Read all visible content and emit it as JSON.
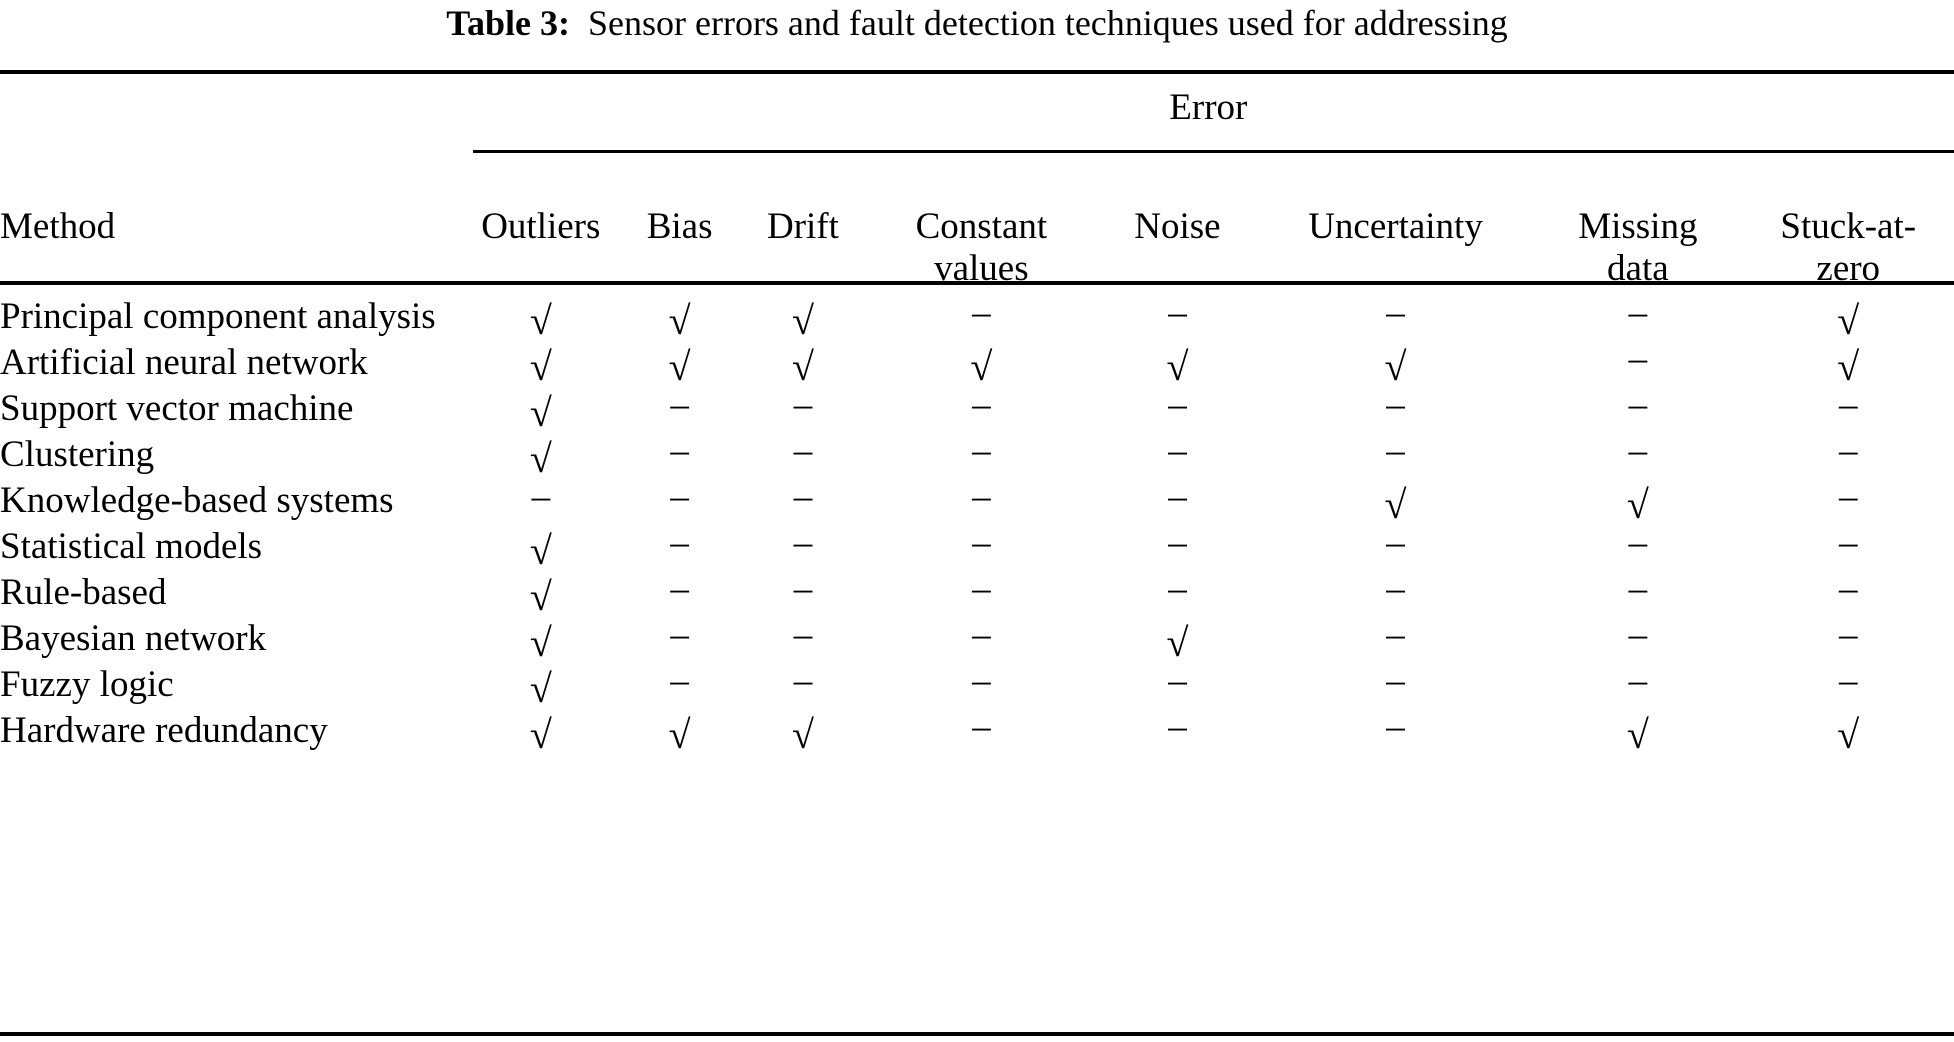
{
  "caption": {
    "label": "Table 3:",
    "text": "Sensor errors and fault detection techniques used for addressing"
  },
  "table": {
    "group_header": "Error",
    "method_header": "Method",
    "columns": [
      {
        "line1": "Outliers",
        "line2": ""
      },
      {
        "line1": "Bias",
        "line2": ""
      },
      {
        "line1": "Drift",
        "line2": ""
      },
      {
        "line1": "Constant",
        "line2": "values"
      },
      {
        "line1": "Noise",
        "line2": ""
      },
      {
        "line1": "Uncertainty",
        "line2": ""
      },
      {
        "line1": "Missing",
        "line2": "data"
      },
      {
        "line1": "Stuck-at-",
        "line2": "zero"
      }
    ],
    "check_glyph": "√",
    "dash_glyph": "–",
    "rows": [
      {
        "method": "Principal component analysis",
        "marks": [
          "check",
          "check",
          "check",
          "dash",
          "dash",
          "dash",
          "dash",
          "check"
        ]
      },
      {
        "method": "Artificial neural network",
        "marks": [
          "check",
          "check",
          "check",
          "check",
          "check",
          "check",
          "dash",
          "check"
        ]
      },
      {
        "method": "Support vector machine",
        "marks": [
          "check",
          "dash",
          "dash",
          "dash",
          "dash",
          "dash",
          "dash",
          "dash"
        ]
      },
      {
        "method": "Clustering",
        "marks": [
          "check",
          "dash",
          "dash",
          "dash",
          "dash",
          "dash",
          "dash",
          "dash"
        ]
      },
      {
        "method": "Knowledge-based systems",
        "marks": [
          "dash",
          "dash",
          "dash",
          "dash",
          "dash",
          "check",
          "check",
          "dash"
        ]
      },
      {
        "method": "Statistical models",
        "marks": [
          "check",
          "dash",
          "dash",
          "dash",
          "dash",
          "dash",
          "dash",
          "dash"
        ]
      },
      {
        "method": "Rule-based",
        "marks": [
          "check",
          "dash",
          "dash",
          "dash",
          "dash",
          "dash",
          "dash",
          "dash"
        ]
      },
      {
        "method": "Bayesian network",
        "marks": [
          "check",
          "dash",
          "dash",
          "dash",
          "check",
          "dash",
          "dash",
          "dash"
        ]
      },
      {
        "method": "Fuzzy logic",
        "marks": [
          "check",
          "dash",
          "dash",
          "dash",
          "dash",
          "dash",
          "dash",
          "dash"
        ]
      },
      {
        "method": "Hardware redundancy",
        "marks": [
          "check",
          "check",
          "check",
          "dash",
          "dash",
          "dash",
          "check",
          "check"
        ]
      }
    ]
  },
  "colors": {
    "rule": "#000000",
    "text": "#000000",
    "background": "#ffffff"
  }
}
